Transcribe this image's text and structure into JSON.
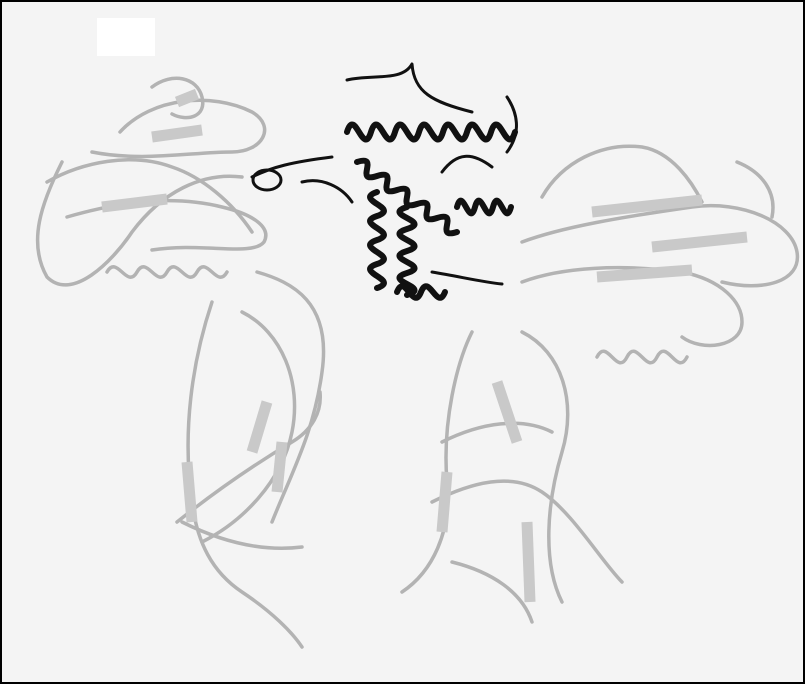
{
  "image": {
    "subject": "protein-ribbon-structure",
    "background_color": "#f4f4f4",
    "frame_color": "#000000",
    "helix_color": "#111111",
    "strand_color": "#c9c9c9",
    "strand_edge_color": "#b3b3b3",
    "components": [
      {
        "name": "dark-helical-domain",
        "shade": "dark"
      },
      {
        "name": "upper-left-light-domain",
        "shade": "light"
      },
      {
        "name": "lower-left-light-domain",
        "shade": "light"
      },
      {
        "name": "upper-right-light-domain",
        "shade": "light"
      },
      {
        "name": "lower-right-light-domain",
        "shade": "light"
      }
    ]
  }
}
